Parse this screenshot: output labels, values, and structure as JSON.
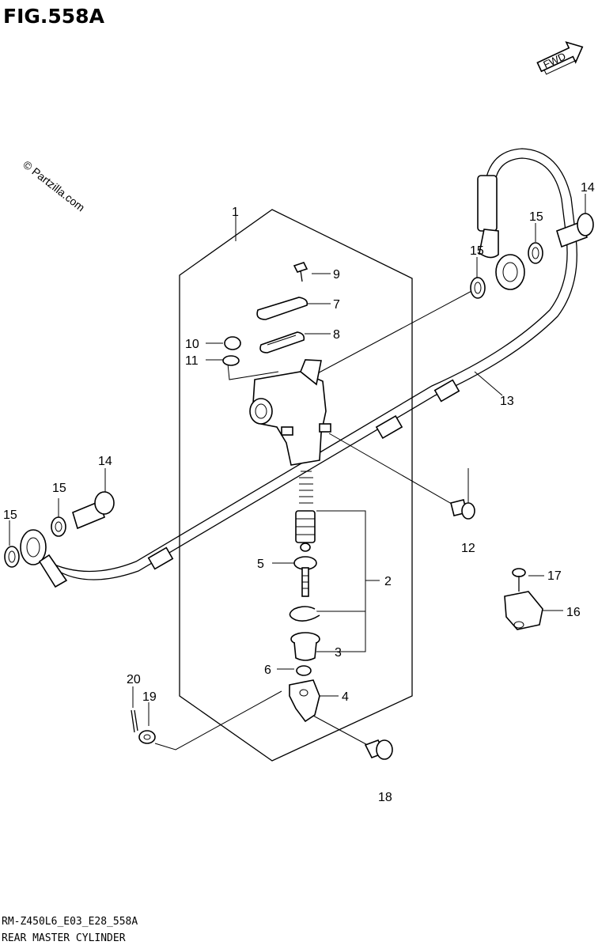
{
  "figure": {
    "title": "FIG.558A",
    "watermark": "© Partzilla.com",
    "direction_label": "FWD",
    "model_code": "RM-Z450L6_E03_E28_558A",
    "caption": "REAR MASTER CYLINDER"
  },
  "callouts": {
    "p1": "1",
    "p2": "2",
    "p3": "3",
    "p4": "4",
    "p5": "5",
    "p6": "6",
    "p7": "7",
    "p8": "8",
    "p9": "9",
    "p10": "10",
    "p11": "11",
    "p12": "12",
    "p13": "13",
    "p14a": "14",
    "p14b": "14",
    "p15a": "15",
    "p15b": "15",
    "p15c": "15",
    "p15d": "15",
    "p16": "16",
    "p17": "17",
    "p18": "18",
    "p19": "19",
    "p20": "20"
  }
}
